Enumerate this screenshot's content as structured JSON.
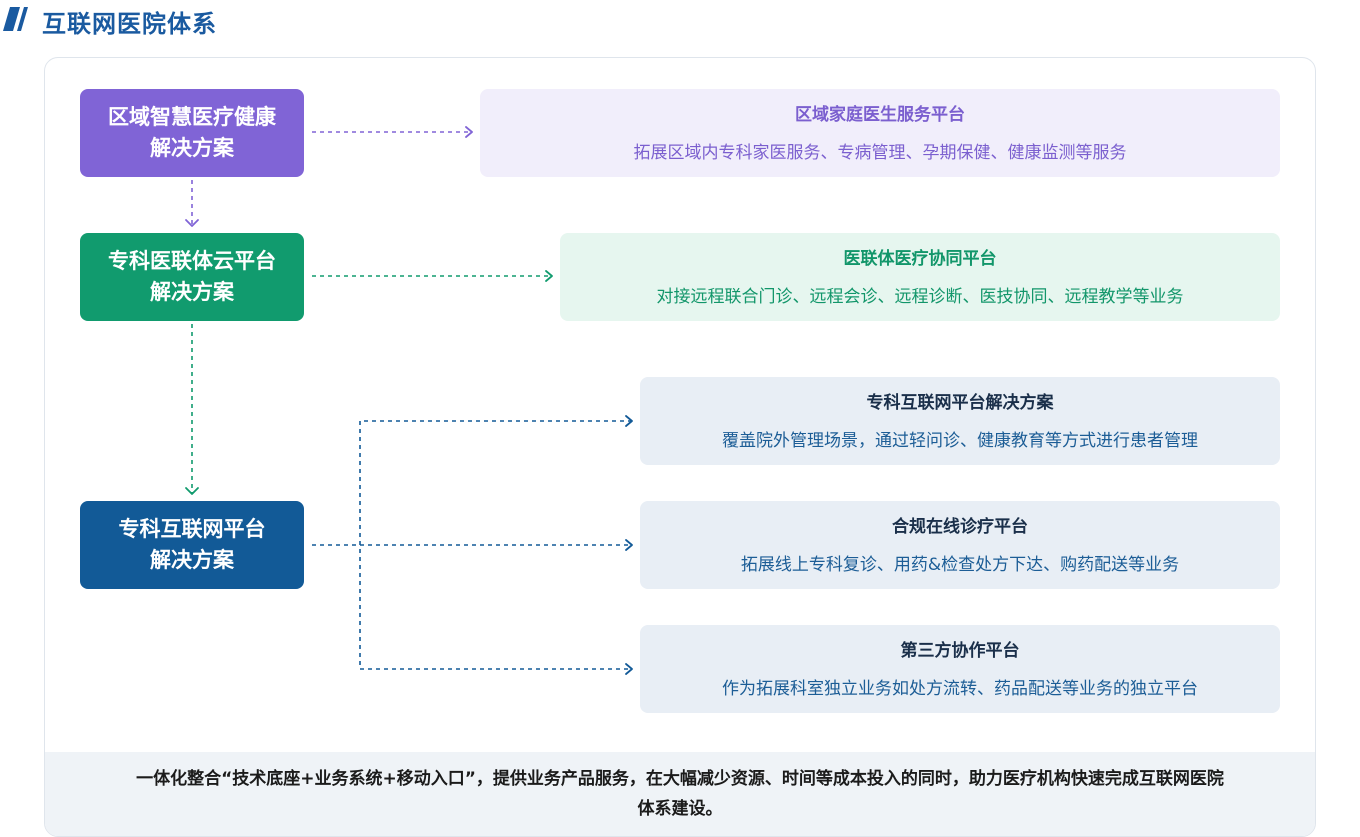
{
  "header": {
    "title": "互联网医院体系"
  },
  "left_boxes": [
    {
      "line1": "区域智慧医疗健康",
      "line2": "解决方案"
    },
    {
      "line1": "专科医联体云平台",
      "line2": "解决方案"
    },
    {
      "line1": "专科互联网平台",
      "line2": "解决方案"
    }
  ],
  "cards": [
    {
      "title": "区域家庭医生服务平台",
      "desc": "拓展区域内专科家医服务、专病管理、孕期保健、健康监测等服务"
    },
    {
      "title": "医联体医疗协同平台",
      "desc": "对接远程联合门诊、远程会诊、远程诊断、医技协同、远程教学等业务"
    },
    {
      "title": "专科互联网平台解决方案",
      "desc": "覆盖院外管理场景，通过轻问诊、健康教育等方式进行患者管理"
    },
    {
      "title": "合规在线诊疗平台",
      "desc": "拓展线上专科复诊、用药&检查处方下达、购药配送等业务"
    },
    {
      "title": "第三方协作平台",
      "desc": "作为拓展科室独立业务如处方流转、药品配送等业务的独立平台"
    }
  ],
  "footer": {
    "text": "一体化整合“技术底座+业务系统+移动入口”，提供业务产品服务，在大幅减少资源、时间等成本投入的同时，助力医疗机构快速完成互联网医院体系建设。"
  },
  "colors": {
    "purple": "#8064d6",
    "green": "#119b6e",
    "navy": "#125a97",
    "title_blue": "#1a5aa0"
  },
  "icons": {
    "logo": "slanted-bars-logo-icon"
  }
}
